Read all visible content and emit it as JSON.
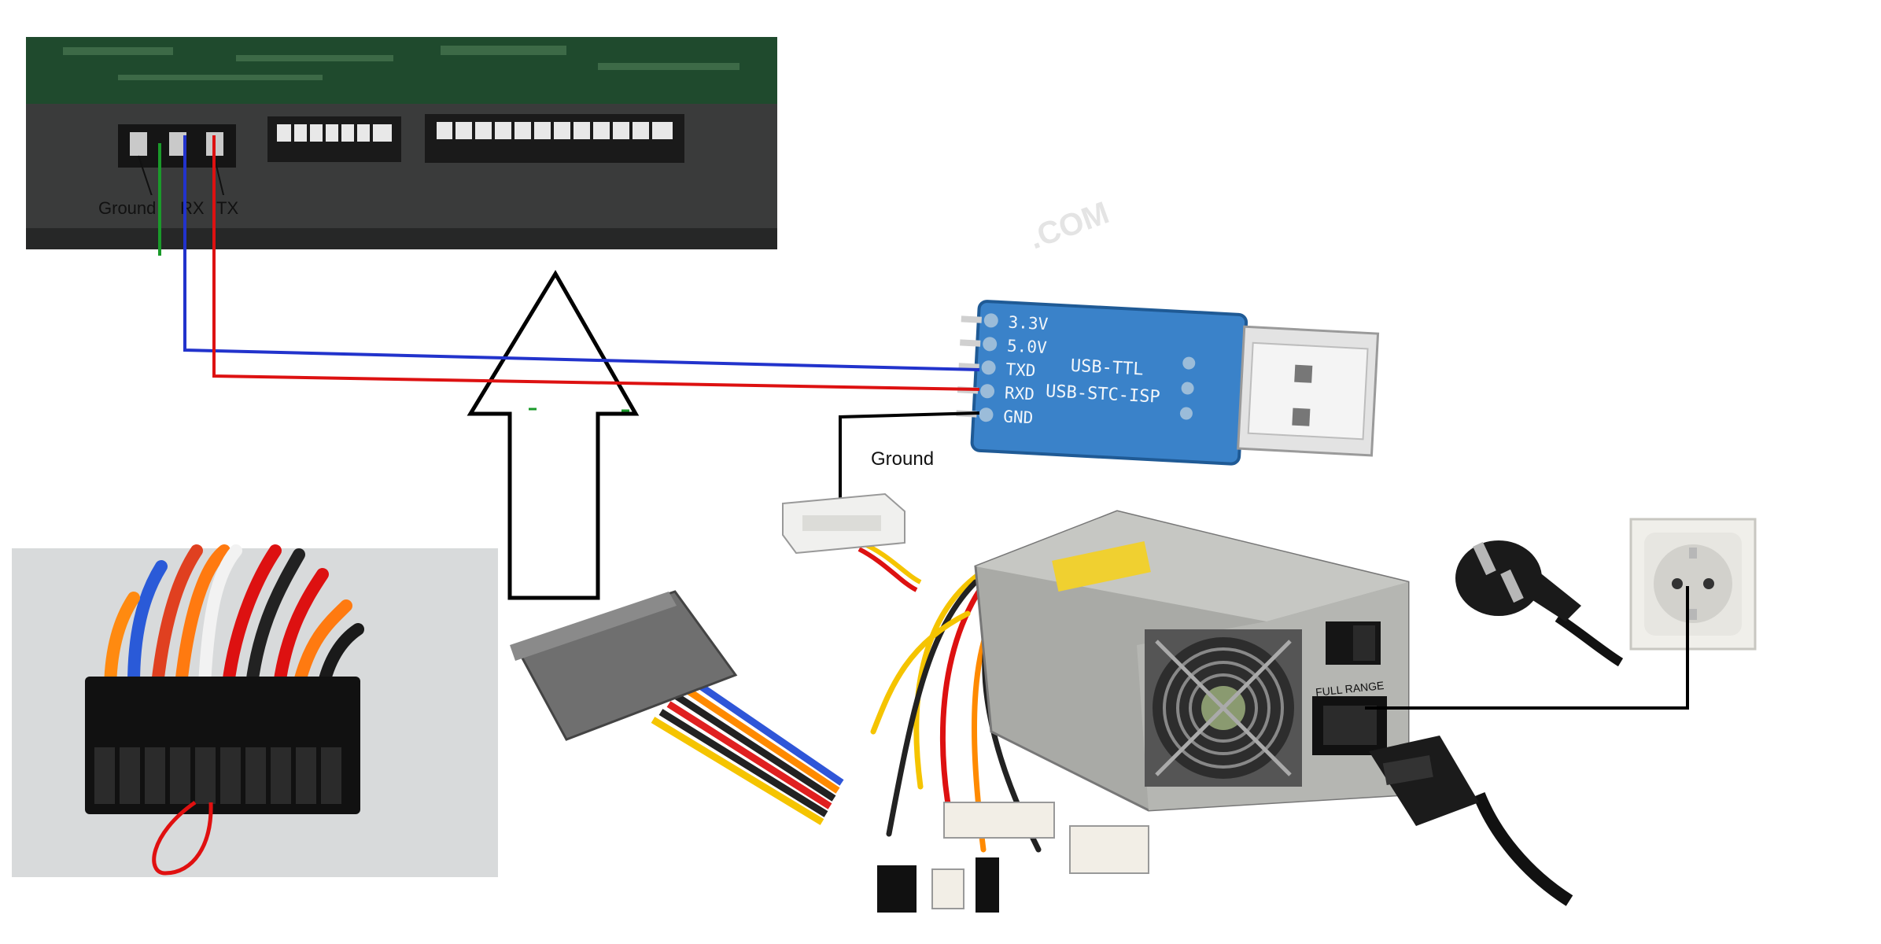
{
  "hdd": {
    "pin_labels": {
      "ground": "Ground",
      "rx": "RX",
      "tx": "TX"
    }
  },
  "adapter": {
    "pins": [
      "3.3V",
      "5.0V",
      "TXD",
      "RXD",
      "GND"
    ],
    "title_line1": "USB-TTL",
    "title_line2": "USB-STC-ISP"
  },
  "ground_label": "Ground",
  "psu": {
    "switch_label": "FULL RANGE"
  },
  "watermark": ".COM",
  "colors": {
    "wire_ground": "#1a9a2a",
    "wire_rx": "#2233cc",
    "wire_tx": "#dd1111",
    "wire_black": "#000000",
    "adapter_board": "#3a82c9",
    "psu_case": "#b8b8b4"
  }
}
